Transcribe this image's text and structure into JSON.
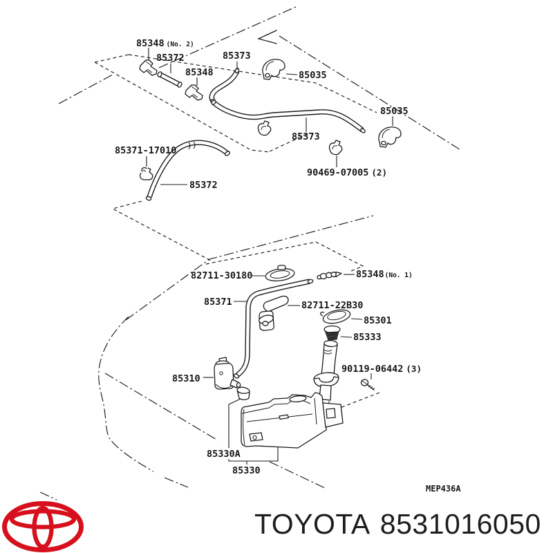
{
  "page": {
    "background": "#ffffff"
  },
  "diagram": {
    "drawing_code": "MEP436A",
    "ink_color": "#1a1a1a",
    "labels": {
      "hose_tee_no2": {
        "part": "85348",
        "note": "(No. 2)"
      },
      "hose_a": {
        "part": "85372"
      },
      "hose_b": {
        "part": "85373"
      },
      "hose_tee": {
        "part": "85348"
      },
      "nozzle_left": {
        "part": "85035"
      },
      "nozzle_right": {
        "part": "85035"
      },
      "hose_b2": {
        "part": "85373"
      },
      "clamp": {
        "part": "90469-07005",
        "note": "(2)"
      },
      "hose_clip": {
        "part": "85371-17010"
      },
      "hose_a2": {
        "part": "85372"
      },
      "grommet_cowl": {
        "part": "82711-30180"
      },
      "connector_no1": {
        "part": "85348",
        "note": "(No. 1)"
      },
      "hose_pump": {
        "part": "85371"
      },
      "grommet_elbow": {
        "part": "82711-22B30"
      },
      "cap": {
        "part": "85301"
      },
      "filter": {
        "part": "85333"
      },
      "screw": {
        "part": "90119-06442",
        "note": "(3)"
      },
      "pump": {
        "part": "85310"
      },
      "grommet_tank": {
        "part": "85330A"
      },
      "tank": {
        "part": "85330"
      }
    }
  },
  "footer": {
    "brand": "TOYOTA",
    "part_number": "8531016050",
    "logo": "toyota-logo",
    "logo_color": "#d6101c",
    "text_color": "#1d1d1d"
  }
}
